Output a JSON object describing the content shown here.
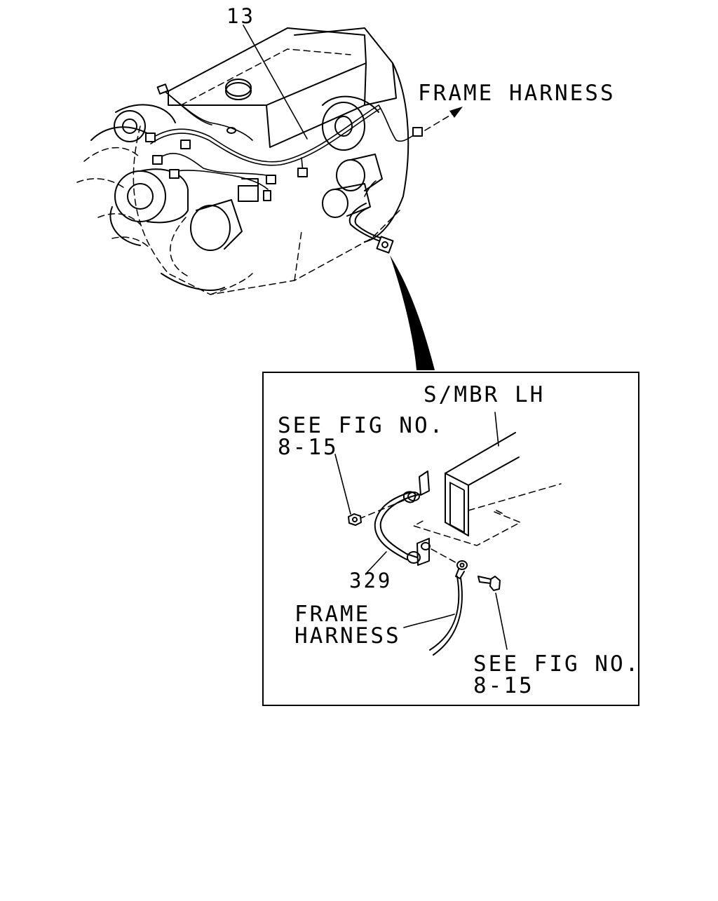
{
  "callouts": {
    "part_13": "13",
    "frame_harness_top": "FRAME HARNESS",
    "smbr_lh": "S/MBR LH",
    "see_fig_top_line1": "SEE FIG NO.",
    "see_fig_top_line2": "8-15",
    "part_329": "329",
    "frame_harness_line1": "FRAME",
    "frame_harness_line2": "HARNESS",
    "see_fig_bottom_line1": "SEE FIG NO.",
    "see_fig_bottom_line2": "8-15"
  }
}
